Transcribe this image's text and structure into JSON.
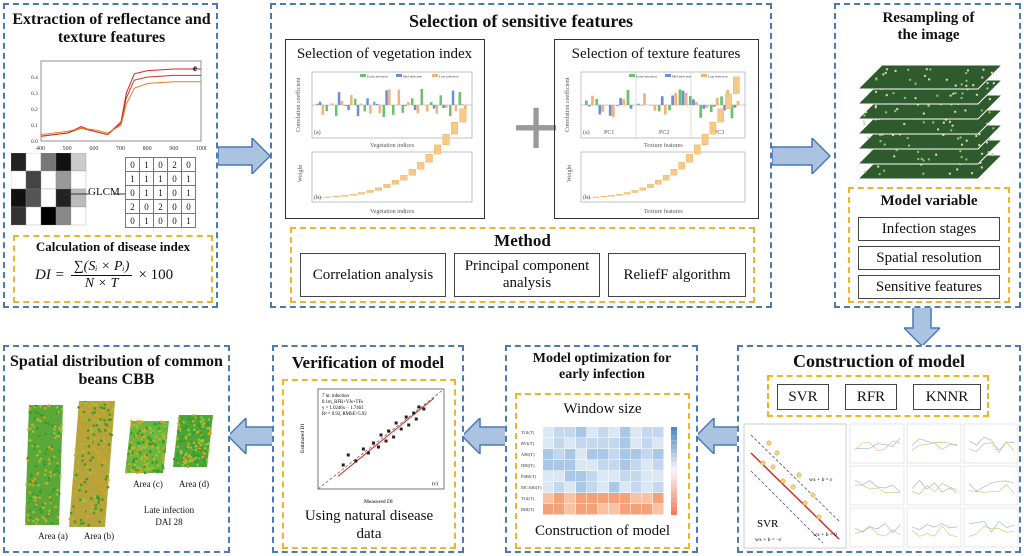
{
  "panels": {
    "extraction": {
      "title": "Extraction of reflectance and texture features",
      "glcm_label": "GLCM",
      "glcm_matrix": [
        [
          "0",
          "1",
          "0",
          "2",
          "0"
        ],
        [
          "1",
          "1",
          "1",
          "0",
          "1"
        ],
        [
          "0",
          "1",
          "1",
          "0",
          "1"
        ],
        [
          "2",
          "0",
          "2",
          "0",
          "0"
        ],
        [
          "0",
          "1",
          "0",
          "0",
          "1"
        ]
      ],
      "spectrum_x_ticks": [
        "400",
        "500",
        "600",
        "700",
        "800",
        "900",
        "1000"
      ],
      "spectrum_y_ticks": [
        "0.4",
        "0.3",
        "0.2",
        "0.1",
        "0.0"
      ],
      "spectrum_tag": "e",
      "disease_index_title": "Calculation of disease index",
      "formula": {
        "lhs": "DI =",
        "numerator": "∑(Sᵢ × Pᵢ)",
        "denominator": "N × T",
        "suffix": "× 100"
      }
    },
    "selection": {
      "title": "Selection of sensitive features",
      "vi_title": "Selection of vegetation index",
      "tf_title": "Selection of texture features",
      "plus": "+",
      "vi_xlabel": "Vegetation indices",
      "tf_xlabel": "Texture features",
      "corr_ylabel": "Correlation coefficient",
      "weight_ylabel": "Weight",
      "legend": [
        "Early infection",
        "Mid infection",
        "Late infection"
      ],
      "panel_tags": [
        "(a)",
        "(b)"
      ],
      "pc_labels": [
        "PC1",
        "PC2",
        "PC3"
      ],
      "method_title": "Method",
      "methods": [
        "Correlation analysis",
        "Principal component analysis",
        "ReliefF algorithm"
      ]
    },
    "resampling": {
      "title": "Resampling of the image",
      "model_variable_title": "Model variable",
      "variables": [
        "Infection stages",
        "Spatial resolution",
        "Sensitive features"
      ]
    },
    "construction": {
      "title": "Construction of model",
      "models": [
        "SVR",
        "RFR",
        "KNNR"
      ],
      "svr_label": "SVR",
      "svr_eq_top": "wx + b = ε",
      "svr_eq_mid": "wx + b = 0",
      "svr_eq_bot": "wx + b = −ε"
    },
    "optimization": {
      "title": "Model optimization for early infection",
      "window_size": "Window size",
      "subtitle": "Construction of model",
      "heatmap_rows": [
        "TGI(T)",
        "RVI(T)",
        "ARI(T)",
        "DRI(T)",
        "PSRI(T)",
        "MCARI(T)",
        "TGI(T)",
        "RBI(T)"
      ]
    },
    "verification": {
      "title": "Verification of model",
      "subtitle": "Using natural disease data",
      "xlabel": "Measured DI",
      "ylabel": "Estimated DI",
      "annotation": [
        "7 m: infection",
        "0.1m_RFR+VIs+TFs",
        "y = 1.0246x − 1.7463",
        "R² = 0.92, RMSE=5.92"
      ],
      "tag": "(c)"
    },
    "spatial": {
      "title": "Spatial distribution of common beans CBB",
      "areas": [
        "Area (a)",
        "Area (b)",
        "Area (c)",
        "Area (d)"
      ],
      "late_infection": "Late infection",
      "dai": "DAI 28"
    }
  },
  "colors": {
    "panel_border": "#4a79b5",
    "inner_border": "#f0b429",
    "arrow_fill": "#a9c3e0",
    "arrow_stroke": "#4a79b5",
    "early": "#6fbf73",
    "mid": "#6a8fd6",
    "late": "#f2b27a",
    "waterfall": "#f6c987"
  },
  "chart_data": [
    {
      "type": "line",
      "title": "",
      "xlabel": "",
      "ylabel": "",
      "x": [
        400,
        500,
        550,
        600,
        650,
        700,
        720,
        750,
        800,
        900,
        1000
      ],
      "series": [
        {
          "values": [
            0.03,
            0.05,
            0.09,
            0.06,
            0.04,
            0.12,
            0.3,
            0.42,
            0.44,
            0.45,
            0.45
          ]
        },
        {
          "values": [
            0.03,
            0.05,
            0.08,
            0.06,
            0.04,
            0.11,
            0.27,
            0.38,
            0.4,
            0.41,
            0.41
          ]
        },
        {
          "values": [
            0.04,
            0.06,
            0.08,
            0.07,
            0.05,
            0.1,
            0.23,
            0.33,
            0.36,
            0.37,
            0.37
          ]
        }
      ],
      "ylim": [
        0,
        0.5
      ]
    },
    {
      "type": "scatter",
      "title": "",
      "xlabel": "Measured DI",
      "ylabel": "Estimated DI",
      "points": [
        [
          10,
          12
        ],
        [
          12,
          17
        ],
        [
          15,
          14
        ],
        [
          18,
          20
        ],
        [
          20,
          18
        ],
        [
          22,
          23
        ],
        [
          24,
          21
        ],
        [
          25,
          27
        ],
        [
          27,
          24
        ],
        [
          28,
          29
        ],
        [
          30,
          26
        ],
        [
          31,
          33
        ],
        [
          33,
          30
        ],
        [
          35,
          36
        ],
        [
          36,
          32
        ],
        [
          38,
          38
        ],
        [
          39,
          35
        ],
        [
          40,
          41
        ],
        [
          42,
          40
        ]
      ],
      "xlim": [
        0,
        50
      ],
      "ylim": [
        0,
        50
      ]
    }
  ]
}
